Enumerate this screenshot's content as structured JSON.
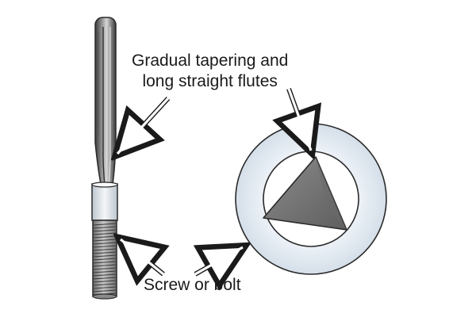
{
  "labels": {
    "flutes_line1": "Gradual tapering and",
    "flutes_line2": "long straight flutes",
    "screw": "Screw or bolt"
  },
  "colors": {
    "extractor_dark": "#3c3c3c",
    "extractor_mid": "#8a8a8a",
    "extractor_light": "#d6d6d6",
    "bolt_ring": "#dfe7f0",
    "bolt_ring_edge": "#b7c3d0",
    "tip_triangle": "#7b7b7b",
    "outline": "#2a2a2a"
  },
  "icons": {
    "extractor": "screw-extractor-icon",
    "bolt": "bolt-icon",
    "bolt_end_view": "bolt-end-view-icon",
    "arrow": "arrow-icon"
  }
}
